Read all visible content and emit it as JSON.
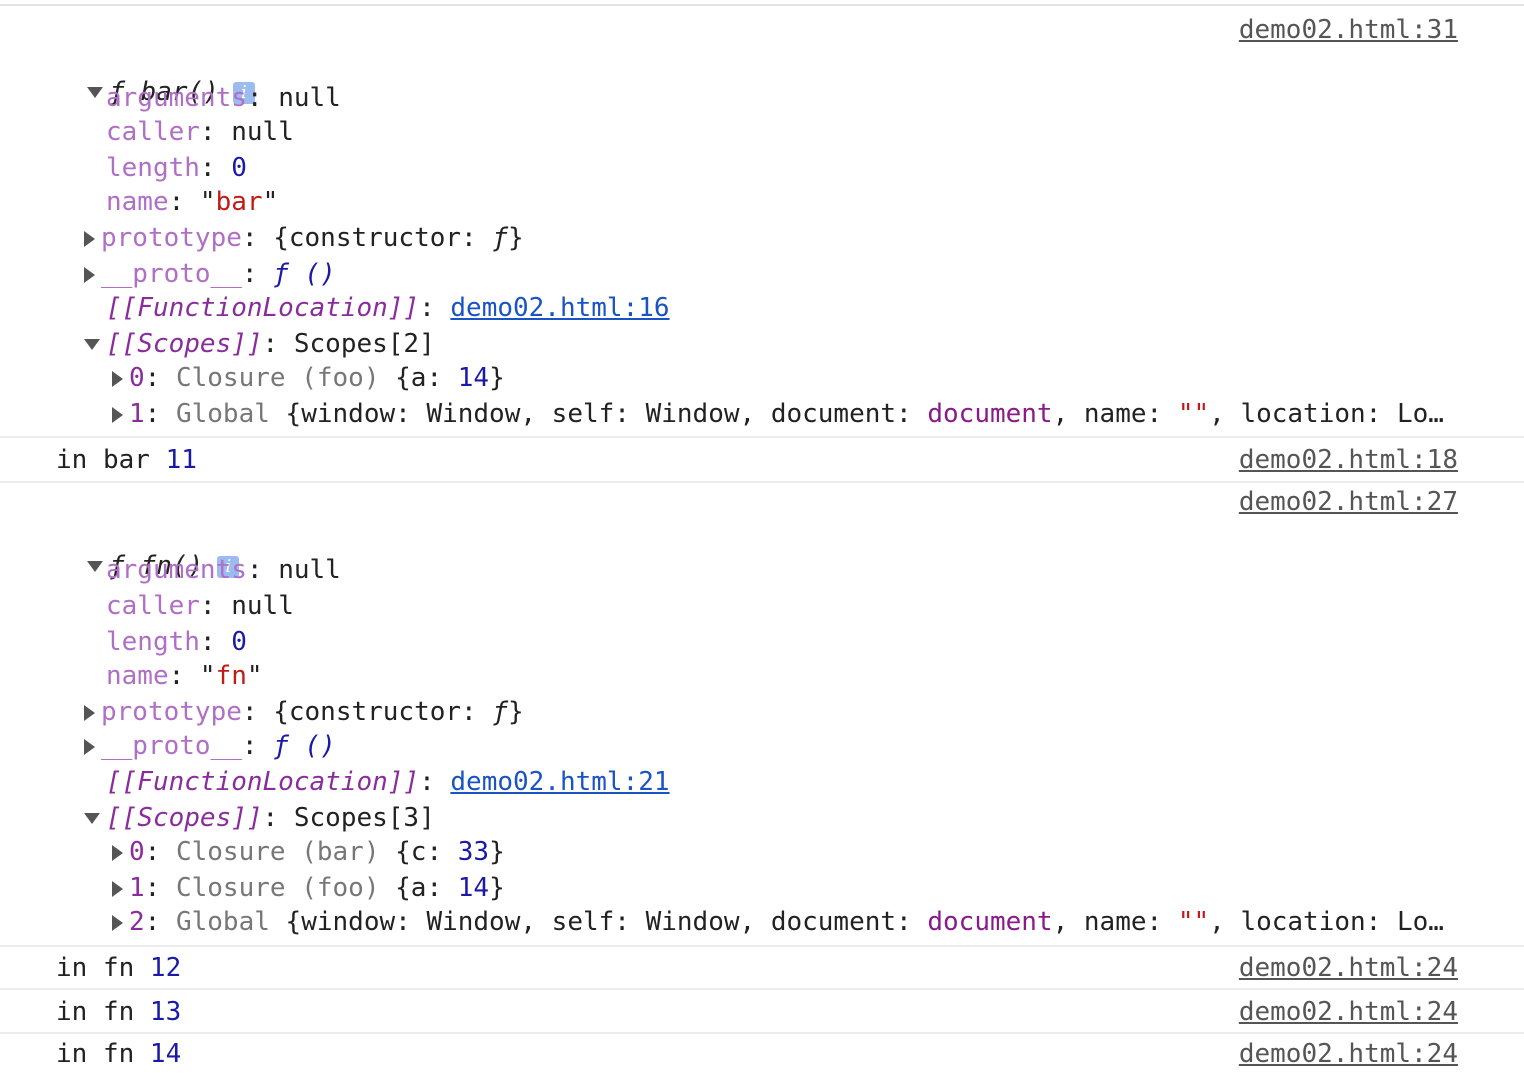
{
  "blocks": [
    {
      "source": "demo02.html:31",
      "header": {
        "prefix": "ƒ",
        "name": "bar()"
      },
      "props": {
        "arguments": "null",
        "caller": "null",
        "length": "0",
        "name_value": "bar",
        "prototype_value": "{constructor: ",
        "proto_value": "ƒ ()",
        "function_location": "demo02.html:16",
        "scopes_value": "Scopes[2]"
      },
      "scopes": [
        {
          "index": "0",
          "type": "Closure",
          "fn": "(foo)",
          "content": "{a: ",
          "num": "14",
          "close": "}"
        },
        {
          "index": "1",
          "type": "Global"
        }
      ]
    },
    {
      "source": "demo02.html:27",
      "header": {
        "prefix": "ƒ",
        "name": "fn()"
      },
      "props": {
        "arguments": "null",
        "caller": "null",
        "length": "0",
        "name_value": "fn",
        "prototype_value": "{constructor: ",
        "proto_value": "ƒ ()",
        "function_location": "demo02.html:21",
        "scopes_value": "Scopes[3]"
      },
      "scopes": [
        {
          "index": "0",
          "type": "Closure",
          "fn": "(bar)",
          "content": "{c: ",
          "num": "33",
          "close": "}"
        },
        {
          "index": "1",
          "type": "Closure",
          "fn": "(foo)",
          "content": "{a: ",
          "num": "14",
          "close": "}"
        },
        {
          "index": "2",
          "type": "Global"
        }
      ]
    }
  ],
  "global_scope": {
    "open": "{window: ",
    "window": "Window",
    "self_key": ", self: ",
    "self": "Window",
    "doc_key": ", document: ",
    "document": "document",
    "name_key": ", name: ",
    "name": "\"\"",
    "loc_key": ", location: Lo…"
  },
  "labels": {
    "arguments": "arguments",
    "caller": "caller",
    "length": "length",
    "name": "name",
    "prototype": "prototype",
    "proto": "__proto__",
    "function_location": "[[FunctionLocation]]",
    "scopes": "[[Scopes]]",
    "constructor_f": "ƒ",
    "info_icon": "i"
  },
  "logs": [
    {
      "text": "in bar ",
      "value": "11",
      "source": "demo02.html:18"
    },
    {
      "text": "in fn ",
      "value": "12",
      "source": "demo02.html:24"
    },
    {
      "text": "in fn ",
      "value": "13",
      "source": "demo02.html:24"
    },
    {
      "text": "in fn ",
      "value": "14",
      "source": "demo02.html:24"
    }
  ]
}
